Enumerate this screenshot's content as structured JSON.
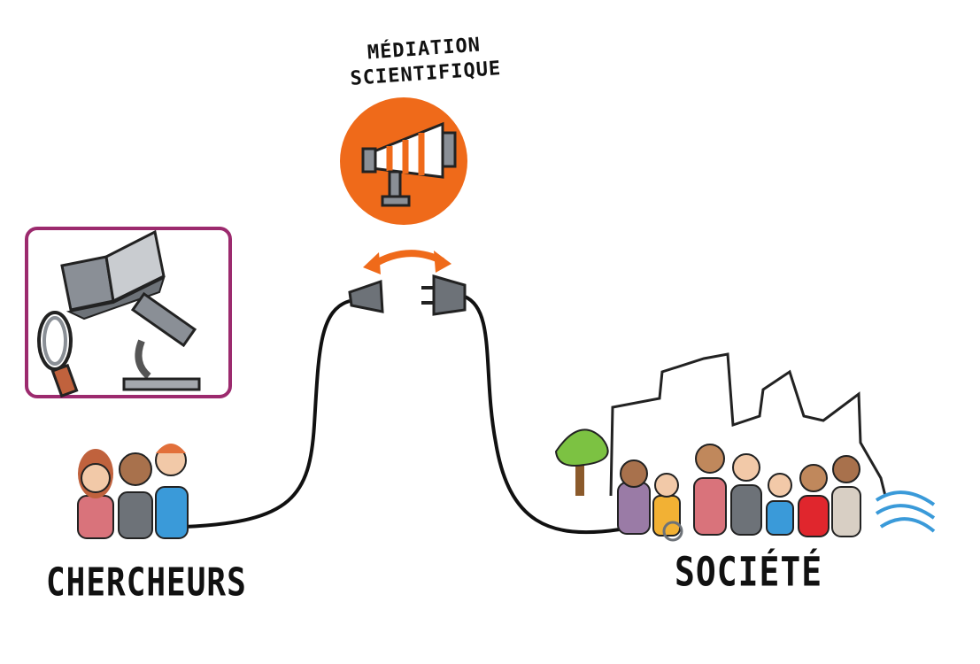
{
  "title": {
    "line1": "MÉDIATION",
    "line2": "SCIENTIFIQUE"
  },
  "left_label": "CHERCHEURS",
  "right_label": "SOCIÉTÉ",
  "colors": {
    "orange": "#ef6a1a",
    "magenta": "#9c2a6e",
    "grey": "#8a8f96",
    "cable": "#111111",
    "tree": "#7cc242"
  }
}
